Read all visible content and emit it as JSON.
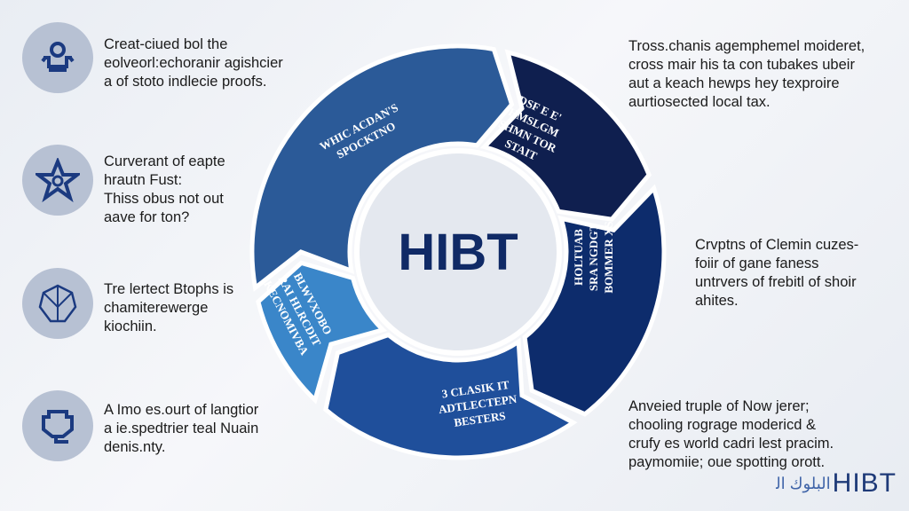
{
  "center_label": "HIBT",
  "segments": [
    {
      "lines": [
        "WHIC ACDAN'S",
        "SPOCKTNO"
      ],
      "color": "#2b5a98"
    },
    {
      "lines": [
        "DSF E E'",
        "HMSLGM",
        "SHMN TOR",
        "STAIT"
      ],
      "color": "#0f1f4f"
    },
    {
      "lines": [
        "HOLTUAB",
        "SRA NGDGT",
        "BOMMER XS"
      ],
      "color": "#0d2c6c"
    },
    {
      "lines": [
        "3 CLASIK IT",
        "ADTLECTEPN",
        "BESTERS"
      ],
      "color": "#1f4f9b"
    },
    {
      "lines": [
        "BLWVXOBO",
        "RAI HLRCDIT",
        "KECNOMIVBA"
      ],
      "color": "#3a86c9"
    }
  ],
  "left_items": [
    {
      "icon": "gear-stand-icon",
      "text": [
        "Creat-ciued bol the",
        "eolveorl:echoranir agishcier",
        "a of stoto indlecie proofs."
      ]
    },
    {
      "icon": "star-icon",
      "text": [
        "Curverant of eapte",
        "hrautn Fust:",
        "Thiss obus not out",
        "aave for ton?"
      ]
    },
    {
      "icon": "shield-hexagon-icon",
      "text": [
        "Tre lertect Btophs is",
        "chamiterewerge",
        "kiochiin."
      ]
    },
    {
      "icon": "bag-icon",
      "text": [
        "A Imo es.ourt of langtior",
        "a ie.spedtrier teal Nuain",
        "denis.nty."
      ]
    }
  ],
  "right_items": [
    {
      "text": [
        "Tross.chanis agemphemel moideret,",
        "cross mair his ta con tubakes ubeir",
        "aut a keach hewps hey texproire",
        "aurtiosected local tax."
      ]
    },
    {
      "text": [
        "Crvptns of Clemin cuzes-",
        "foiir of gane faness",
        "untrvers of frebitl of shoir",
        "ahites."
      ]
    },
    {
      "text": [
        "Anveied truple of Now jerer;",
        "chooling rograge modericd &",
        "crufy es world cadri lest pracim.",
        "paymomiie; oue spotting orott."
      ]
    }
  ],
  "logo": {
    "script": "ﺍﻟﺒﻠﻮﻙ ﺍﻟ",
    "text": "HIBT"
  }
}
